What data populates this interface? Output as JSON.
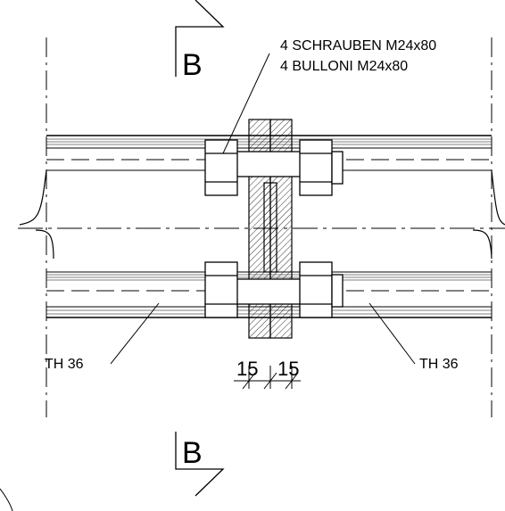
{
  "section_marker_top": "B",
  "section_marker_bottom": "B",
  "bolt_note": {
    "line_de": "4 SCHRAUBEN M24x80",
    "line_it": "4 BULLONI M24x80"
  },
  "profile_left": "TH 36",
  "profile_right": "TH 36",
  "dimensions": [
    "15",
    "15"
  ],
  "colors": {
    "line": "#000000",
    "background": "#ffffff"
  }
}
